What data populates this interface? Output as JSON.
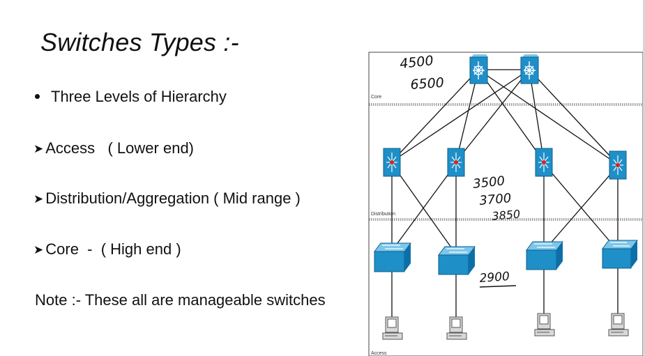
{
  "slide": {
    "title": "Switches Types :-",
    "bullet": "Three Levels of Hierarchy",
    "items": [
      {
        "label": "Access   ( Lower end)"
      },
      {
        "label": "Distribution/Aggregation ( Mid range )"
      },
      {
        "label": "Core  -  ( High end )"
      }
    ],
    "note": "Note :- These all are manageable  switches"
  },
  "diagram": {
    "zones": {
      "core": "Core",
      "distribution": "Distribution",
      "access": "Access"
    },
    "annotations": {
      "core_models": [
        "4500",
        "6500"
      ],
      "distribution_models": [
        "3500",
        "3700",
        "3850"
      ],
      "access_model": "2900"
    }
  },
  "colors": {
    "device_blue": "#1f8fc8",
    "device_dark": "#0d5f8c",
    "line": "#111111"
  }
}
